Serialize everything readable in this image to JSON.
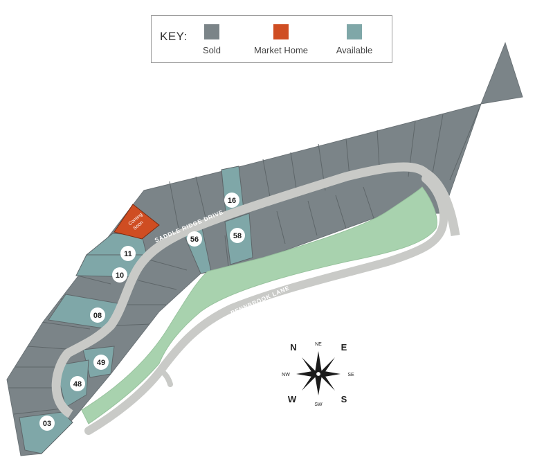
{
  "legend": {
    "title": "KEY:",
    "items": [
      {
        "label": "Sold",
        "color": "#7b8488"
      },
      {
        "label": "Market Home",
        "color": "#cf4d22"
      },
      {
        "label": "Available",
        "color": "#7fa7a8"
      }
    ]
  },
  "colors": {
    "sold": "#7b8488",
    "market": "#cf4d22",
    "available": "#7fa7a8",
    "road": "#c9cac7",
    "park": "#a8d2ae",
    "lot_border": "#5e6669"
  },
  "roads": {
    "saddle_ridge": "SADDLE RIDGE DRIVE",
    "pennbrook": "PENNBROOK LANE"
  },
  "market_lot": {
    "label_line1": "Coming",
    "label_line2": "Soon"
  },
  "lots": [
    {
      "id": "16"
    },
    {
      "id": "56"
    },
    {
      "id": "58"
    },
    {
      "id": "11"
    },
    {
      "id": "10"
    },
    {
      "id": "08"
    },
    {
      "id": "49"
    },
    {
      "id": "48"
    },
    {
      "id": "03"
    }
  ],
  "compass": {
    "n": "N",
    "ne": "NE",
    "e": "E",
    "nw": "NW",
    "se": "SE",
    "w": "W",
    "sw": "SW",
    "s": "S"
  }
}
